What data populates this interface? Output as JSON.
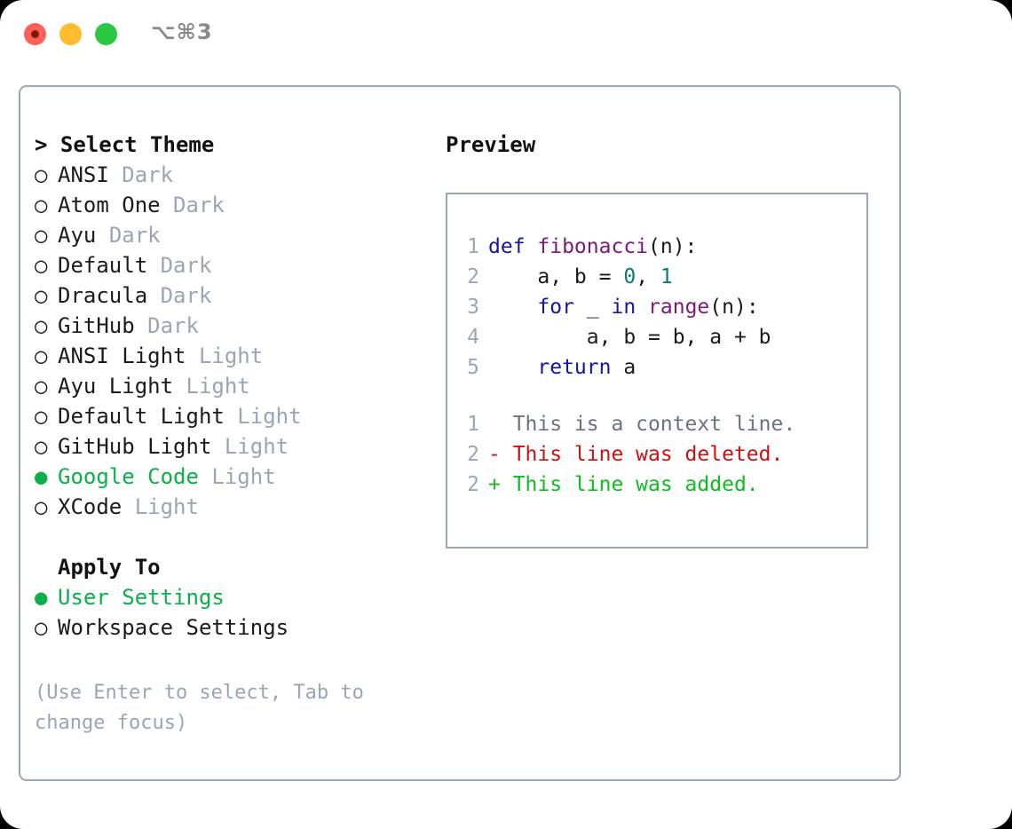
{
  "titlebar": {
    "shortcut_label": "⌥⌘3",
    "buttons": [
      {
        "name": "close",
        "color": "#ff6159"
      },
      {
        "name": "minimize",
        "color": "#ffbd2e"
      },
      {
        "name": "zoom",
        "color": "#2bc840"
      }
    ]
  },
  "colors": {
    "accent_green": "#0bb04a",
    "muted": "#9aa5b6",
    "border": "#9aa5b6",
    "text": "#1b1b1b",
    "keyword": "#1515a3",
    "function": "#7b187b",
    "number": "#0b7d6e",
    "diff_add": "#0cbf1f",
    "diff_del": "#cc1111",
    "diff_ctx": "#6b7280"
  },
  "theme_list": {
    "heading": "> Select Theme",
    "items": [
      {
        "marker": "○",
        "label": "ANSI",
        "tag": "Dark",
        "selected": false
      },
      {
        "marker": "○",
        "label": "Atom One",
        "tag": "Dark",
        "selected": false
      },
      {
        "marker": "○",
        "label": "Ayu",
        "tag": "Dark",
        "selected": false
      },
      {
        "marker": "○",
        "label": "Default",
        "tag": "Dark",
        "selected": false
      },
      {
        "marker": "○",
        "label": "Dracula",
        "tag": "Dark",
        "selected": false
      },
      {
        "marker": "○",
        "label": "GitHub",
        "tag": "Dark",
        "selected": false
      },
      {
        "marker": "○",
        "label": "ANSI Light",
        "tag": "Light",
        "selected": false
      },
      {
        "marker": "○",
        "label": "Ayu Light",
        "tag": "Light",
        "selected": false
      },
      {
        "marker": "○",
        "label": "Default Light",
        "tag": "Light",
        "selected": false
      },
      {
        "marker": "○",
        "label": "GitHub Light",
        "tag": "Light",
        "selected": false
      },
      {
        "marker": "●",
        "label": "Google Code",
        "tag": "Light",
        "selected": true
      },
      {
        "marker": "○",
        "label": "XCode",
        "tag": "Light",
        "selected": false
      }
    ]
  },
  "apply_to": {
    "heading": "Apply To",
    "items": [
      {
        "marker": "●",
        "label": "User Settings",
        "selected": true
      },
      {
        "marker": "○",
        "label": "Workspace Settings",
        "selected": false
      }
    ]
  },
  "hint": "(Use Enter to select, Tab to change focus)",
  "preview": {
    "title": "Preview",
    "code_lines": [
      {
        "no": "1",
        "tokens": [
          {
            "t": "def ",
            "c": "kw"
          },
          {
            "t": "fibonacci",
            "c": "fn"
          },
          {
            "t": "(n):",
            "c": "pl"
          }
        ]
      },
      {
        "no": "2",
        "tokens": [
          {
            "t": "    a, b = ",
            "c": "pl"
          },
          {
            "t": "0",
            "c": "num"
          },
          {
            "t": ", ",
            "c": "pl"
          },
          {
            "t": "1",
            "c": "num"
          }
        ]
      },
      {
        "no": "3",
        "tokens": [
          {
            "t": "    ",
            "c": "pl"
          },
          {
            "t": "for",
            "c": "kw"
          },
          {
            "t": " _ ",
            "c": "pl"
          },
          {
            "t": "in",
            "c": "kw"
          },
          {
            "t": " ",
            "c": "pl"
          },
          {
            "t": "range",
            "c": "fn"
          },
          {
            "t": "(n):",
            "c": "pl"
          }
        ]
      },
      {
        "no": "4",
        "tokens": [
          {
            "t": "        a, b = b, a + b",
            "c": "pl"
          }
        ]
      },
      {
        "no": "5",
        "tokens": [
          {
            "t": "    ",
            "c": "pl"
          },
          {
            "t": "return",
            "c": "kw"
          },
          {
            "t": " a",
            "c": "pl"
          }
        ]
      }
    ],
    "diff_lines": [
      {
        "no": "1",
        "tokens": [
          {
            "t": "  This is a context line.",
            "c": "ctx"
          }
        ]
      },
      {
        "no": "2",
        "tokens": [
          {
            "t": "- This line was deleted.",
            "c": "del"
          }
        ]
      },
      {
        "no": "2",
        "tokens": [
          {
            "t": "+ This line was added.",
            "c": "add"
          }
        ]
      }
    ]
  }
}
